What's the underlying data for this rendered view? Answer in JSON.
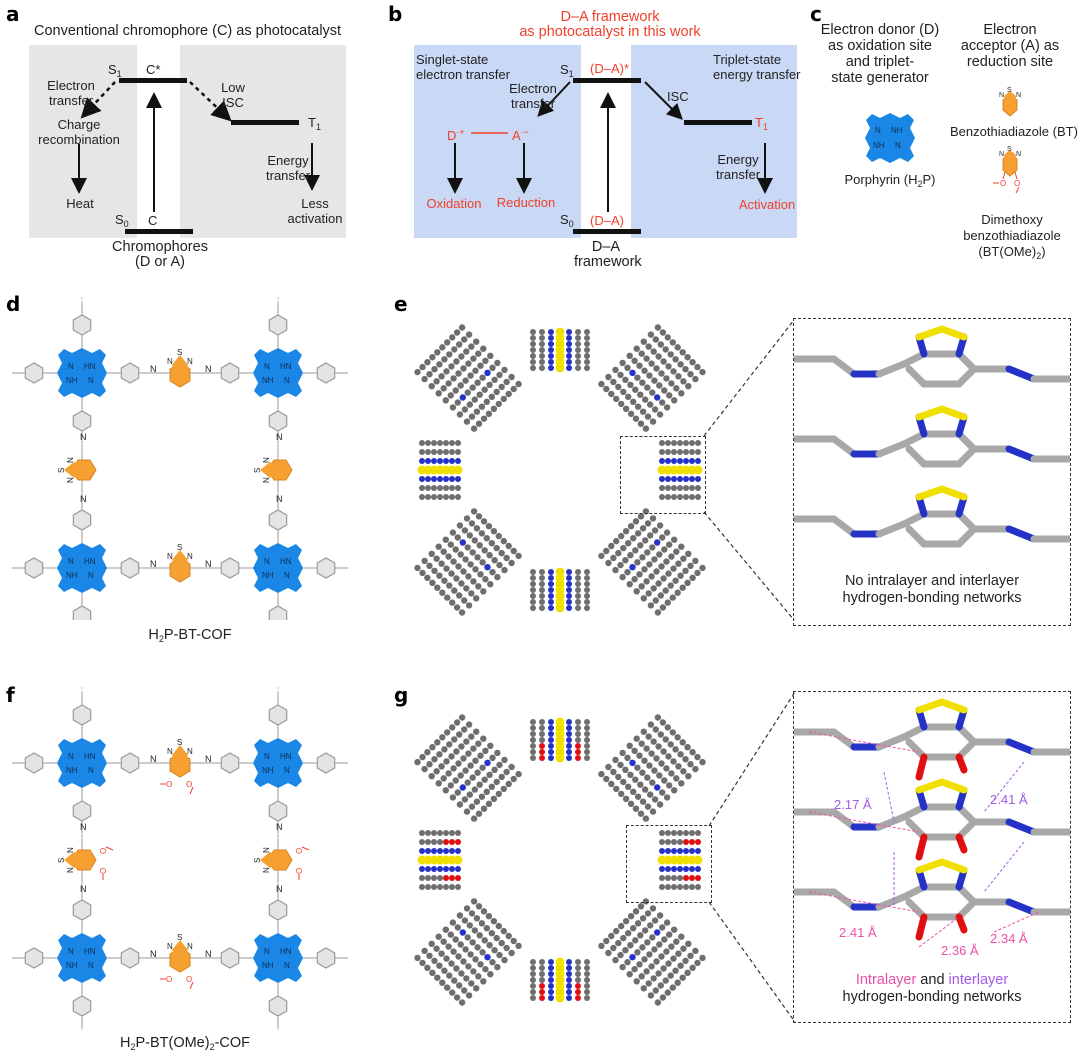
{
  "panels": {
    "a": {
      "label": "a",
      "title": "Conventional chromophore (C) as photocatalyst",
      "s1": "S",
      "s1_sub": "1",
      "c_star": "C*",
      "electron_transfer": [
        "Electron",
        "transfer"
      ],
      "low_isc": [
        "Low",
        "ISC"
      ],
      "charge_recombination": [
        "Charge",
        "recombination"
      ],
      "heat": "Heat",
      "t1": "T",
      "t1_sub": "1",
      "energy_transfer": [
        "Energy",
        "transfer"
      ],
      "less_activation": [
        "Less",
        "activation"
      ],
      "s0": "S",
      "s0_sub": "0",
      "c": "C",
      "caption": [
        "Chromophores",
        "(D or A)"
      ]
    },
    "b": {
      "label": "b",
      "title": [
        "D–A framework",
        "as photocatalyst in this work"
      ],
      "singlet": [
        "Singlet-state",
        "electron transfer"
      ],
      "triplet": [
        "Triplet-state",
        "energy transfer"
      ],
      "s1": "S",
      "s1_sub": "1",
      "da_star": "(D–A)*",
      "electron_transfer": [
        "Electron",
        "transfer"
      ],
      "isc": "ISC",
      "d_plus": "D",
      "d_plus_sup": "·+",
      "a_minus": "A",
      "a_minus_sup": "·−",
      "t1": "T",
      "t1_sub": "1",
      "oxidation": "Oxidation",
      "reduction": "Reduction",
      "energy_transfer": [
        "Energy",
        "transfer"
      ],
      "activation": "Activation",
      "s0": "S",
      "s0_sub": "0",
      "da": "(D–A)",
      "caption": [
        "D–A",
        "framework"
      ]
    },
    "c": {
      "label": "c",
      "donor_title": [
        "Electron donor (D)",
        "as oxidation site",
        "and triplet-",
        "state generator"
      ],
      "acceptor_title": [
        "Electron",
        "acceptor (A) as",
        "reduction site"
      ],
      "porphyrin": "Porphyrin (H",
      "porphyrin_sub": "2",
      "porphyrin_end": "P)",
      "bt": "Benzothiadiazole (BT)",
      "btome": [
        "Dimethoxy",
        "benzothiadiazole"
      ],
      "btome_formula": "(BT(OMe)",
      "btome_sub": "2",
      "btome_end": ")",
      "atoms": {
        "n": "N",
        "s": "S",
        "o": "O",
        "nh": "NH",
        "hn": "HN"
      }
    },
    "d": {
      "label": "d",
      "caption_pre": "H",
      "caption_sub": "2",
      "caption_post": "P-BT-COF"
    },
    "e": {
      "label": "e",
      "inset_caption": [
        "No intralayer and interlayer",
        "hydrogen-bonding networks"
      ]
    },
    "f": {
      "label": "f",
      "caption_pre": "H",
      "caption_sub": "2",
      "caption_mid": "P-BT(OMe)",
      "caption_sub2": "2",
      "caption_post": "-COF"
    },
    "g": {
      "label": "g",
      "distances_interlayer": [
        "2.17 Å",
        "2.41 Å"
      ],
      "distances_intralayer": [
        "2.41 Å",
        "2.36 Å",
        "2.34 Å"
      ],
      "caption_intra": "Intralayer",
      "caption_and": " and ",
      "caption_inter": "interlayer",
      "caption_line2": "hydrogen-bonding networks"
    }
  },
  "colors": {
    "porphyrin": "#1a87e6",
    "bt": "#f5a030",
    "methoxy": "#f0402a",
    "gray_panel": "#e6e6e6",
    "blue_panel": "#c8d8f5",
    "intralayer": "#ee4fa6",
    "interlayer": "#a45ae8",
    "sulfur": "#f0e000",
    "nitrogen": "#2432c8",
    "oxygen": "#e01010",
    "carbon": "#6e6e6e"
  }
}
